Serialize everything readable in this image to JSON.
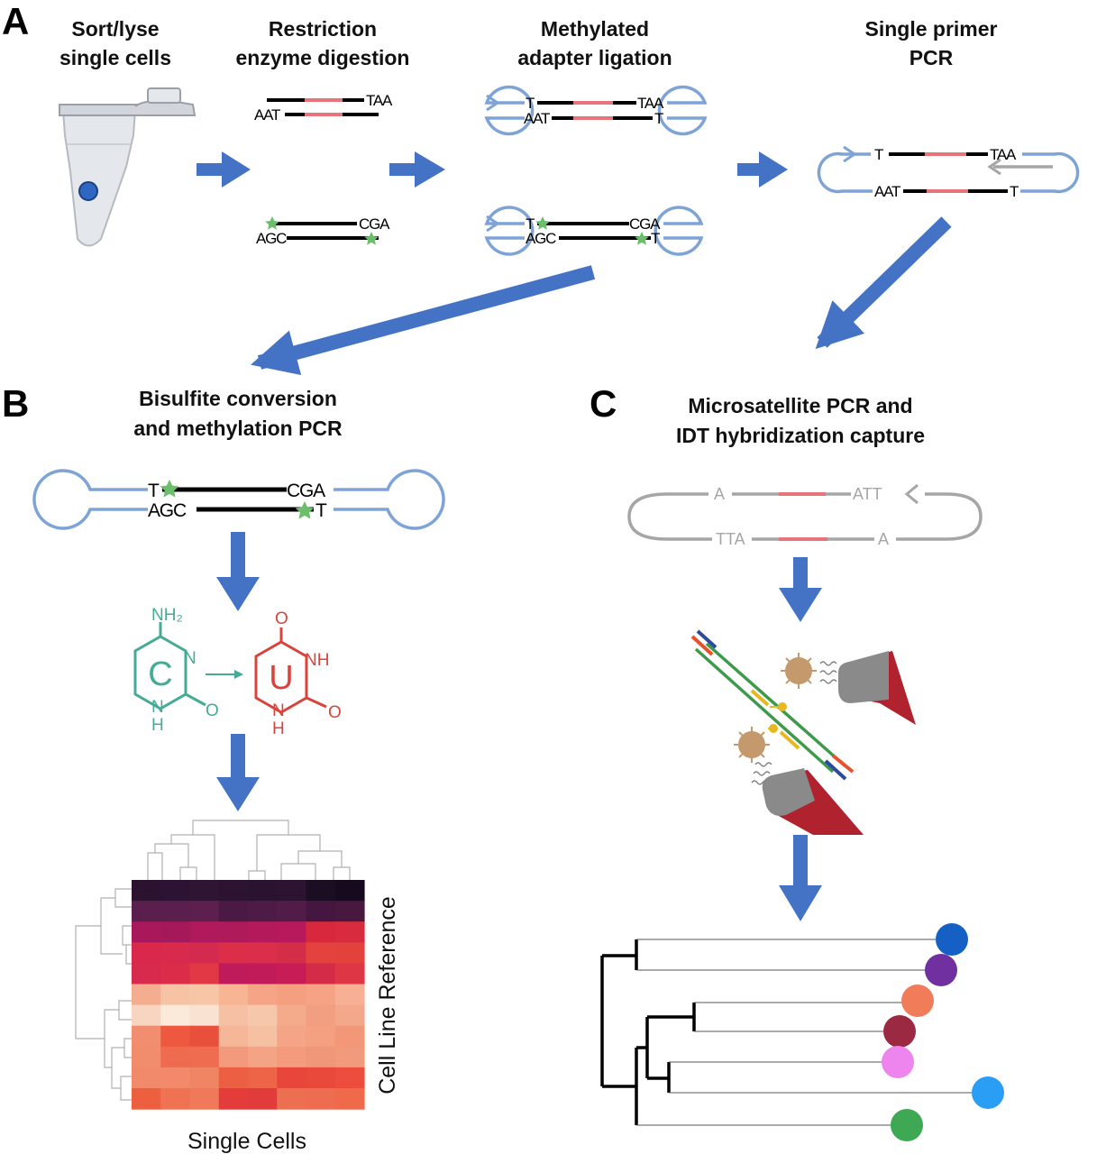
{
  "panels": {
    "A": {
      "letter": "A",
      "steps": [
        {
          "title_lines": [
            "Sort/lyse",
            "single cells"
          ]
        },
        {
          "title_lines": [
            "Restriction",
            "enzyme digestion"
          ]
        },
        {
          "title_lines": [
            "Methylated",
            "adapter ligation"
          ]
        },
        {
          "title_lines": [
            "Single primer",
            "PCR"
          ]
        }
      ],
      "digest_fragments": [
        {
          "top_right": "TAA",
          "bottom_left": "AAT"
        },
        {
          "top_right": "CGA",
          "bottom_left": "AGC"
        }
      ],
      "ligated_fragments": [
        {
          "top_left": "T",
          "top_right": "TAA",
          "bottom_left": "AAT",
          "bottom_right": "T"
        },
        {
          "top_left": "T",
          "top_right": "CGA",
          "bottom_left": "AGC",
          "bottom_right": "T"
        }
      ],
      "pcr_fragment": {
        "top_left": "T",
        "top_right": "TAA",
        "bottom_left": "AAT",
        "bottom_right": "T"
      }
    },
    "B": {
      "letter": "B",
      "title_lines": [
        "Bisulfite conversion",
        "and methylation PCR"
      ],
      "fragment": {
        "top_left": "T",
        "top_right": "CGA",
        "bottom_left": "AGC",
        "bottom_right": "T"
      },
      "cytosine": {
        "ring_letter": "C",
        "amine": "NH₂",
        "ring_n": "N",
        "ring_nh": "H",
        "ring_o": "O",
        "ring_nh_n": "N"
      },
      "uracil": {
        "ring_letter": "U",
        "top_o": "O",
        "nh": "NH",
        "side_o": "O",
        "bottom_n": "N",
        "bottom_h": "H"
      },
      "heatmap": {
        "xlabel": "Single Cells",
        "ylabel": "Cell Line Reference",
        "colors": [
          [
            "#2b1330",
            "#2d1333",
            "#2e1533",
            "#2c1332",
            "#2a1330",
            "#2b1331",
            "#1b0d22",
            "#160a1e"
          ],
          [
            "#5a1f4d",
            "#5b1f4d",
            "#5c1f4e",
            "#4a1a44",
            "#4e1b47",
            "#521c49",
            "#451740",
            "#48183f"
          ],
          [
            "#a8185a",
            "#a5185a",
            "#b0195b",
            "#ae1a5a",
            "#b4195c",
            "#b8195d",
            "#d8283d",
            "#d92b3e"
          ],
          [
            "#d9284b",
            "#d82a4d",
            "#d42a4f",
            "#dc2e48",
            "#db2e4a",
            "#d42d48",
            "#e4423e",
            "#e3413c"
          ],
          [
            "#d72a4c",
            "#db2d49",
            "#e23745",
            "#bf1a5a",
            "#c21b59",
            "#c81c57",
            "#d42b49",
            "#df3646"
          ],
          [
            "#f5ad8f",
            "#f6c3a4",
            "#f6c6a6",
            "#f7b594",
            "#f5a486",
            "#f4a080",
            "#f5a285",
            "#f7b093"
          ],
          [
            "#f7d5c0",
            "#fbe9da",
            "#f9e2d1",
            "#f5c0a3",
            "#f7c7ab",
            "#f4ab8b",
            "#f29e80",
            "#f4a88b"
          ],
          [
            "#f18e6f",
            "#ed583f",
            "#e9503b",
            "#f5b797",
            "#f6c1a2",
            "#f5a587",
            "#f4a081",
            "#f29777"
          ],
          [
            "#f18d6d",
            "#ee6b4f",
            "#ee6d51",
            "#f29a7b",
            "#f4a385",
            "#f39b7c",
            "#f0977a",
            "#f29a7c"
          ],
          [
            "#f18a6a",
            "#f1896a",
            "#f08564",
            "#ec5f42",
            "#ee6447",
            "#e8463a",
            "#e8493b",
            "#ec4d3d"
          ],
          [
            "#ec603f",
            "#ef7353",
            "#f07959",
            "#e33c3a",
            "#e23b3b",
            "#ec6f52",
            "#ec6d4f",
            "#ee6a4b"
          ]
        ]
      }
    },
    "C": {
      "letter": "C",
      "title_lines": [
        "Microsatellite PCR and",
        "IDT hybridization capture"
      ],
      "fragment": {
        "top_left": "A",
        "top_right": "ATT",
        "bottom_left": "TTA",
        "bottom_right": "A"
      },
      "tree_leaves": [
        {
          "color": "#1560c4"
        },
        {
          "color": "#7030a0"
        },
        {
          "color": "#f07c5a"
        },
        {
          "color": "#9b2941"
        },
        {
          "color": "#ee84ee"
        },
        {
          "color": "#2a9df4"
        },
        {
          "color": "#3ea855"
        }
      ]
    }
  },
  "colors": {
    "arrow": "#4472c4",
    "adapter": "#7ea3d6",
    "restriction_site": "#e8737a",
    "methyl_star": "#6bbf6b",
    "gray_strand": "#a6a6a6"
  }
}
